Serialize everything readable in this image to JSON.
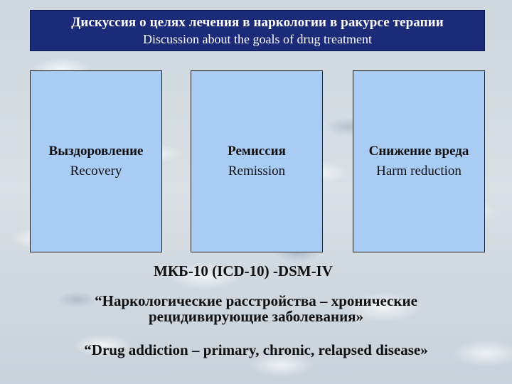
{
  "header": {
    "title_ru": "Дискуссия о целях лечения в наркологии в ракурсе терапии",
    "title_en": "Discussion about the goals of drug treatment"
  },
  "goals": [
    {
      "label_ru": "Выздоровление",
      "label_en": "Recovery"
    },
    {
      "label_ru": "Ремиссия",
      "label_en": "Remission"
    },
    {
      "label_ru": "Снижение вреда",
      "label_en": "Harm reduction"
    }
  ],
  "classification": "МКБ-10 (ICD-10) -DSM-IV",
  "quote_ru_line1": "“Наркологические расстройства – хронические",
  "quote_ru_line2": "рецидивирующие заболевания»",
  "quote_en": "“Drug addiction – primary, chronic, relapsed disease»",
  "colors": {
    "title_background": "#1c2a7a",
    "box_fill": "#a8ccf4",
    "background": "#c9d3db"
  }
}
